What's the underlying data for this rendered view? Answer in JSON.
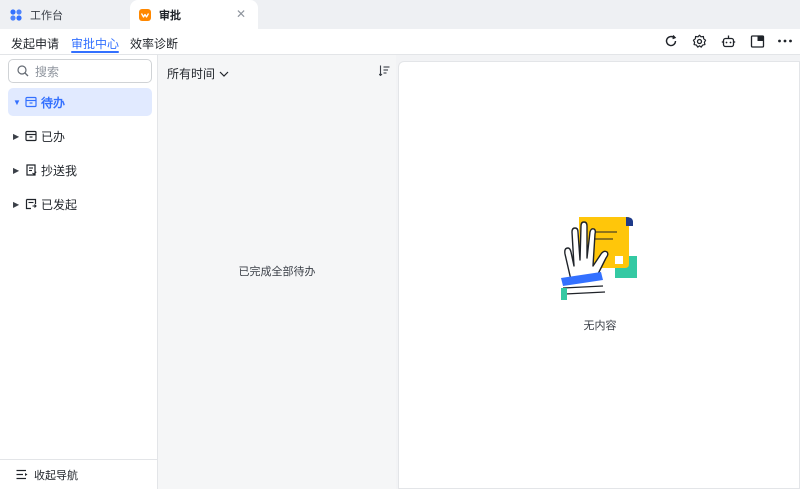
{
  "tabs": [
    {
      "label": "工作台",
      "icon": "workbench-icon",
      "active": false
    },
    {
      "label": "审批",
      "icon": "approval-app-icon",
      "active": true
    }
  ],
  "nav": {
    "tabs": [
      "发起申请",
      "审批中心",
      "效率诊断"
    ],
    "active_tab": "审批中心",
    "icons": [
      "refresh-icon",
      "settings-icon",
      "bot-icon",
      "window-icon",
      "more-icon"
    ],
    "accent": "#3370ff"
  },
  "sidebar": {
    "search_placeholder": "搜索",
    "items": [
      {
        "label": "待办",
        "icon": "inbox-icon",
        "active": true
      },
      {
        "label": "已办",
        "icon": "done-box-icon",
        "active": false
      },
      {
        "label": "抄送我",
        "icon": "cc-doc-icon",
        "active": false
      },
      {
        "label": "已发起",
        "icon": "submitted-icon",
        "active": false
      }
    ],
    "footer_label": "收起导航"
  },
  "list": {
    "filter_label": "所有时间",
    "empty_text": "已完成全部待办"
  },
  "detail": {
    "empty_text": "无内容"
  }
}
